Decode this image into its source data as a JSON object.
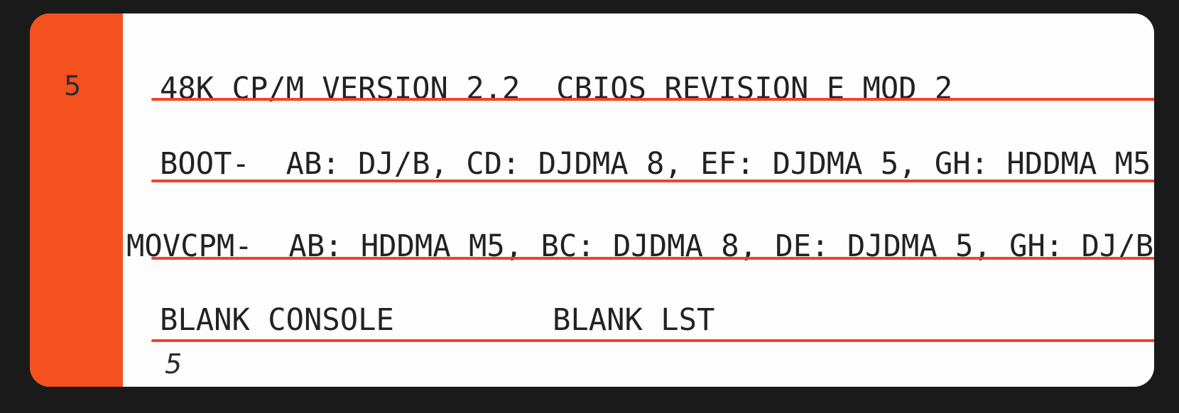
{
  "label": {
    "strip_number": "5",
    "lines": [
      "48K CP/M VERSION 2.2  CBIOS REVISION E MOD 2",
      "BOOT-  AB: DJ/B, CD: DJDMA 8, EF: DJDMA 5, GH: HDDMA M5",
      "MOVCPM-  AB: HDDMA M5, BC: DJDMA 8, DE: DJDMA 5, GH: DJ/B"
    ],
    "blank_console": "BLANK CONSOLE",
    "blank_lst": "BLANK LST",
    "handwritten_number": "5"
  },
  "colors": {
    "strip": "#f4511e",
    "rule": "#f2432a"
  }
}
